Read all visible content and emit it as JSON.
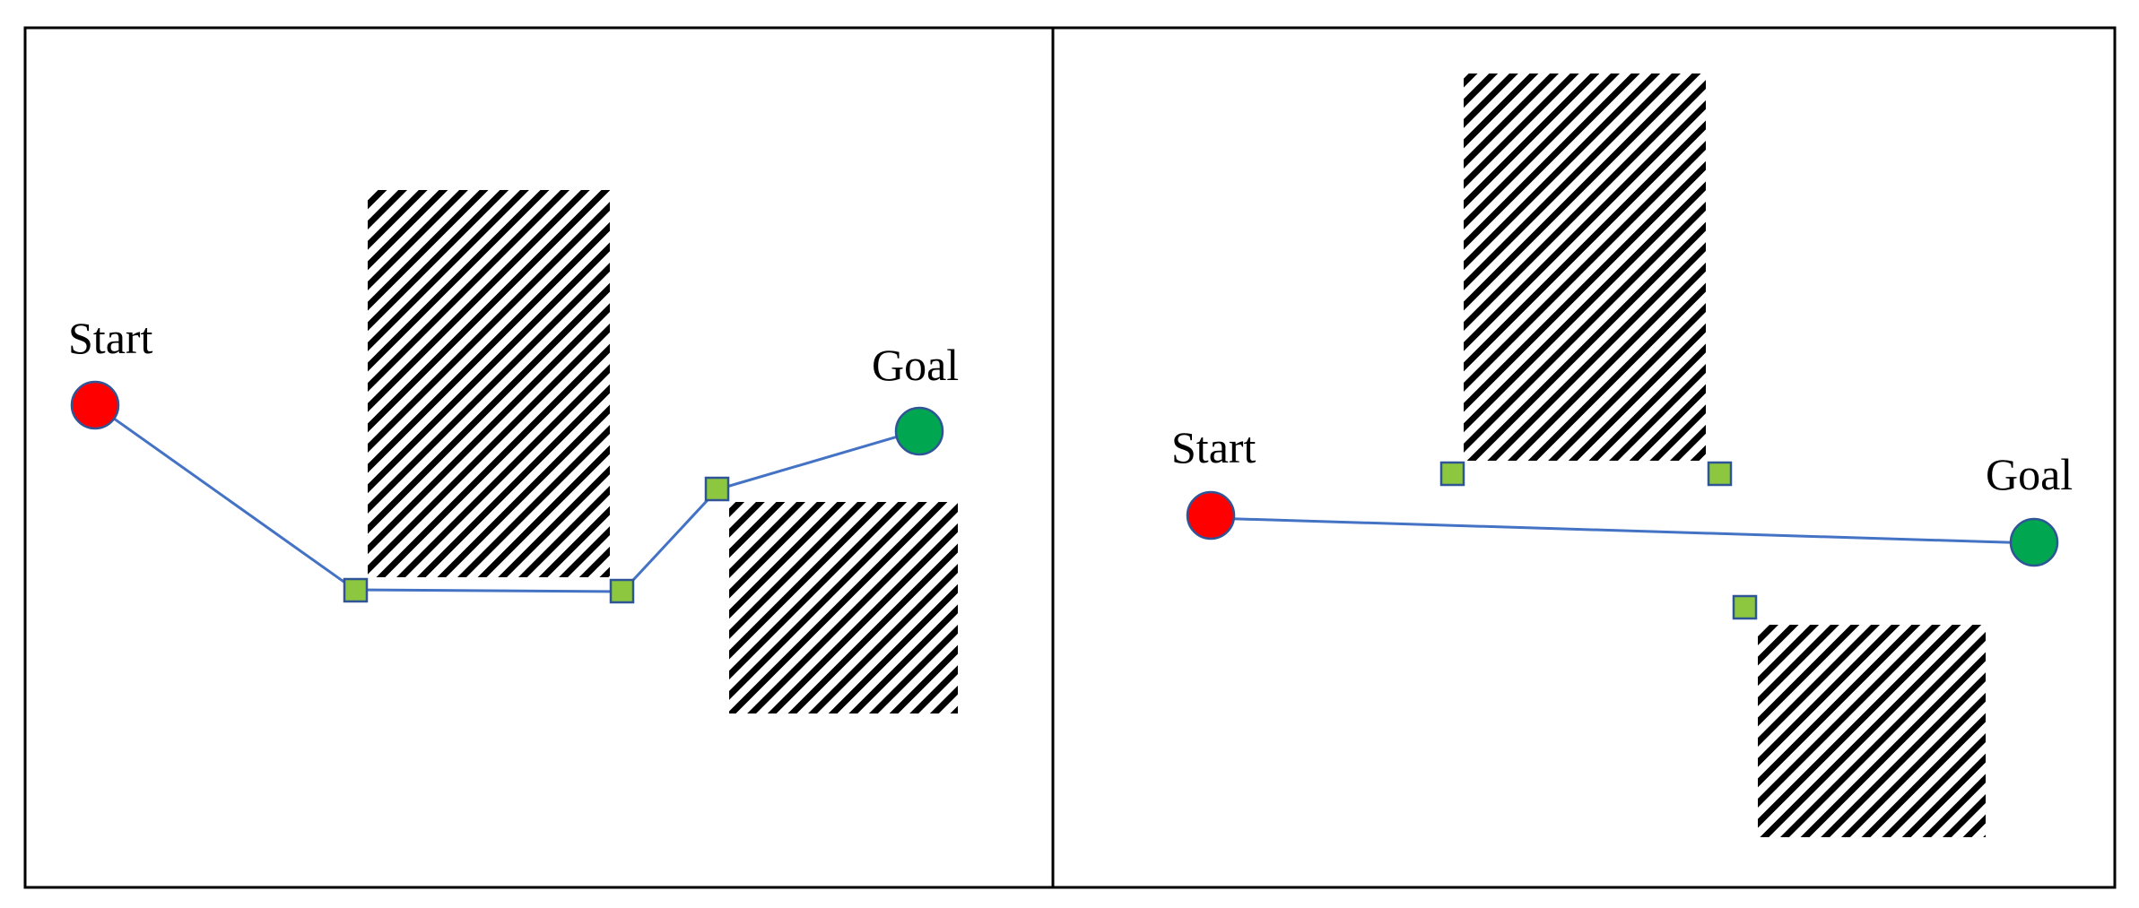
{
  "colors": {
    "start": "#FF0000",
    "goal": "#00A650",
    "waypoint": "#8DC63F",
    "path": "#4472C4",
    "outline": "#2F5597",
    "obstacle_hatch": "#000000"
  },
  "panels": [
    {
      "start_label": "Start",
      "goal_label": "Goal"
    },
    {
      "start_label": "Start",
      "goal_label": "Goal"
    }
  ]
}
